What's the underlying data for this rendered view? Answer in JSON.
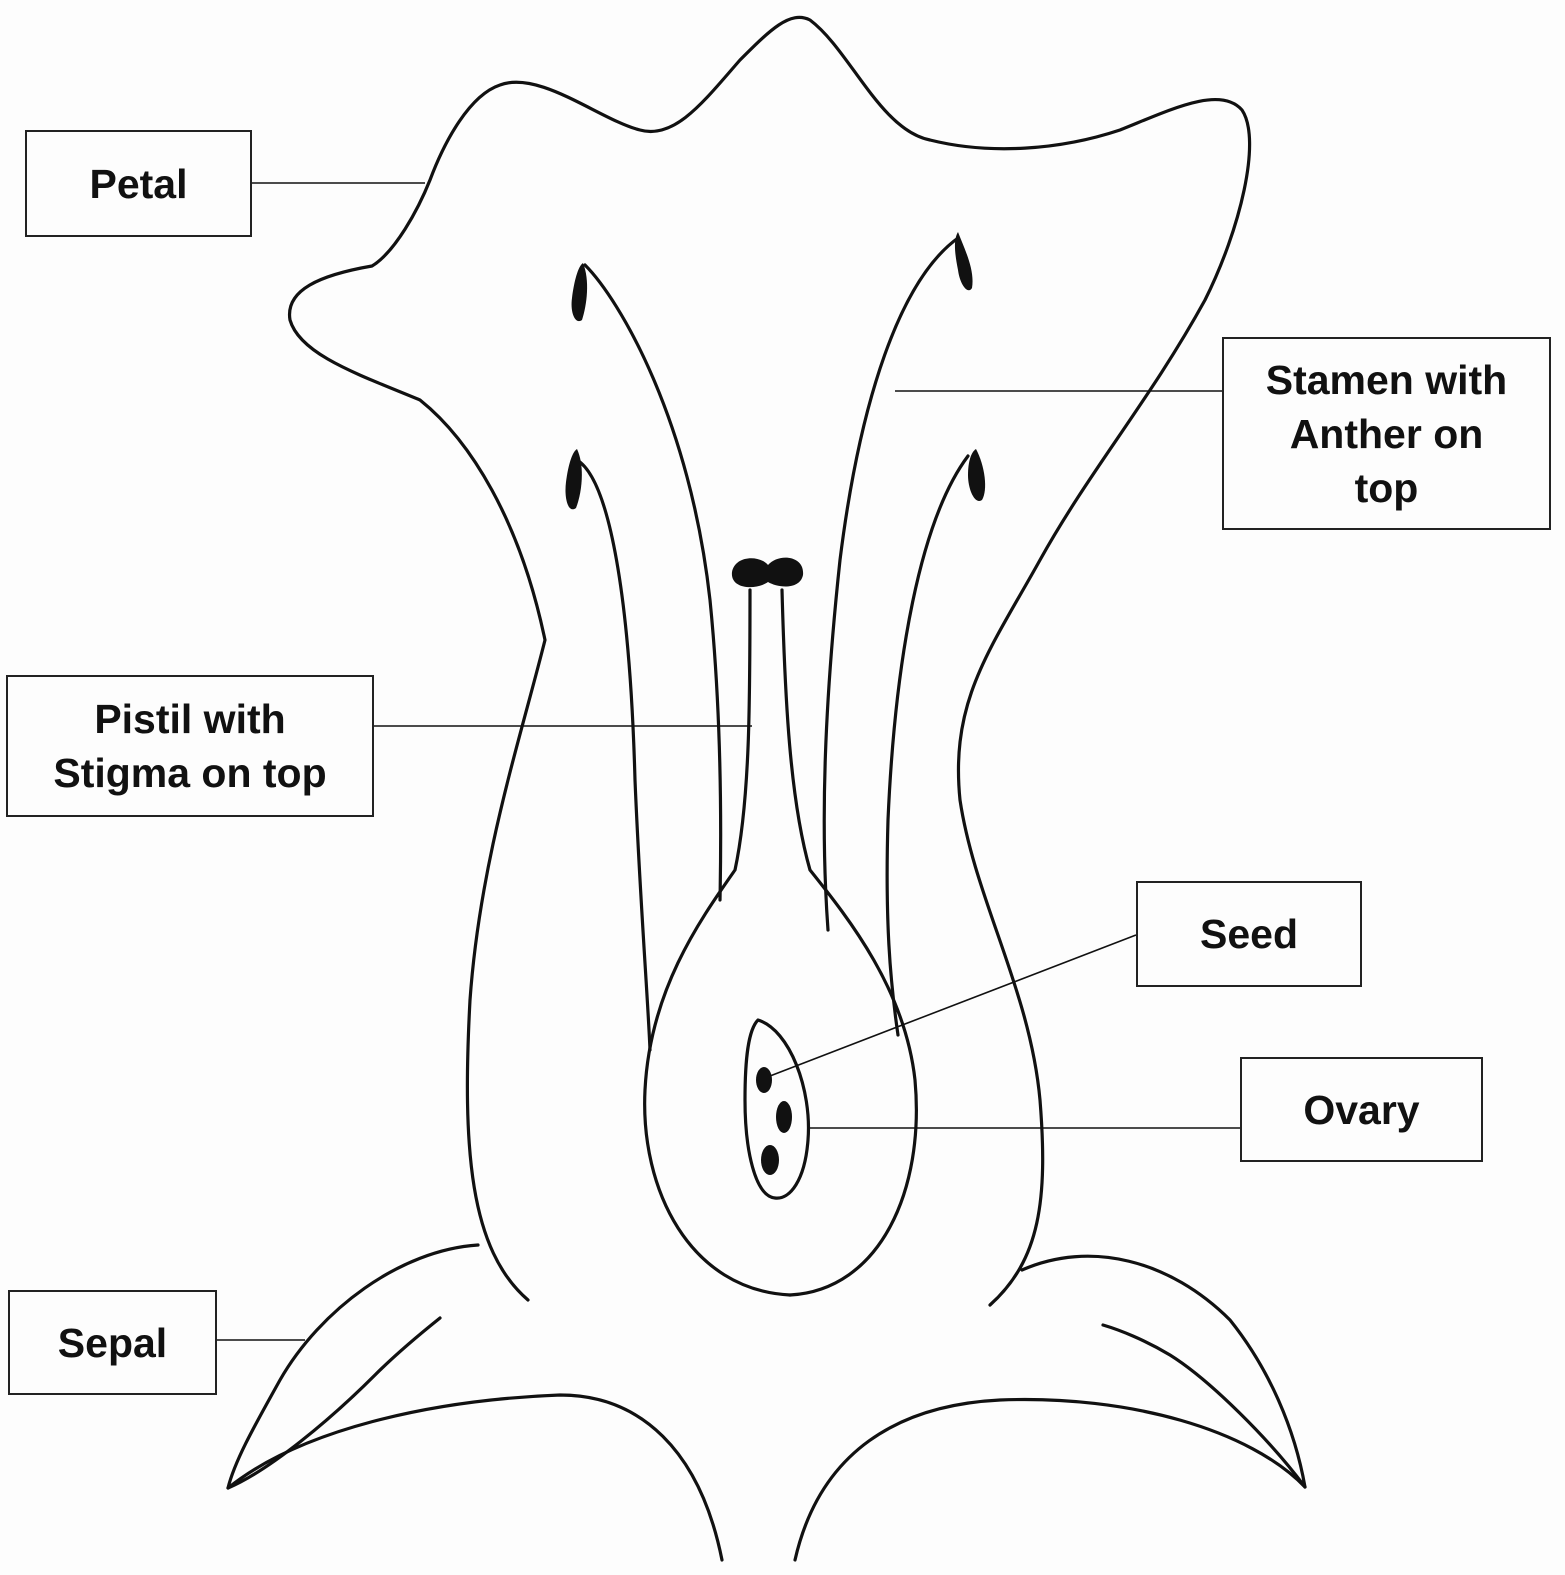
{
  "labels": {
    "petal": "Petal",
    "stamen": "Stamen with\nAnther on\ntop",
    "pistil": "Pistil with\nStigma on top",
    "seed": "Seed",
    "ovary": "Ovary",
    "sepal": "Sepal"
  },
  "colors": {
    "ink": "#111111",
    "paper": "#fdfdfd"
  }
}
